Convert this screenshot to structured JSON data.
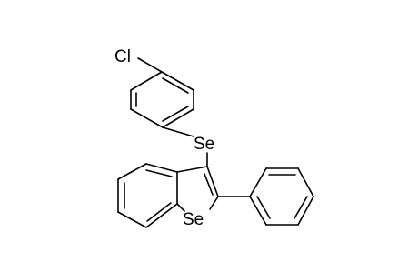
{
  "molecule": {
    "atoms": {
      "chlorine": "Cl",
      "bridge_selenium": "Se",
      "ring_selenium": "Se"
    }
  }
}
